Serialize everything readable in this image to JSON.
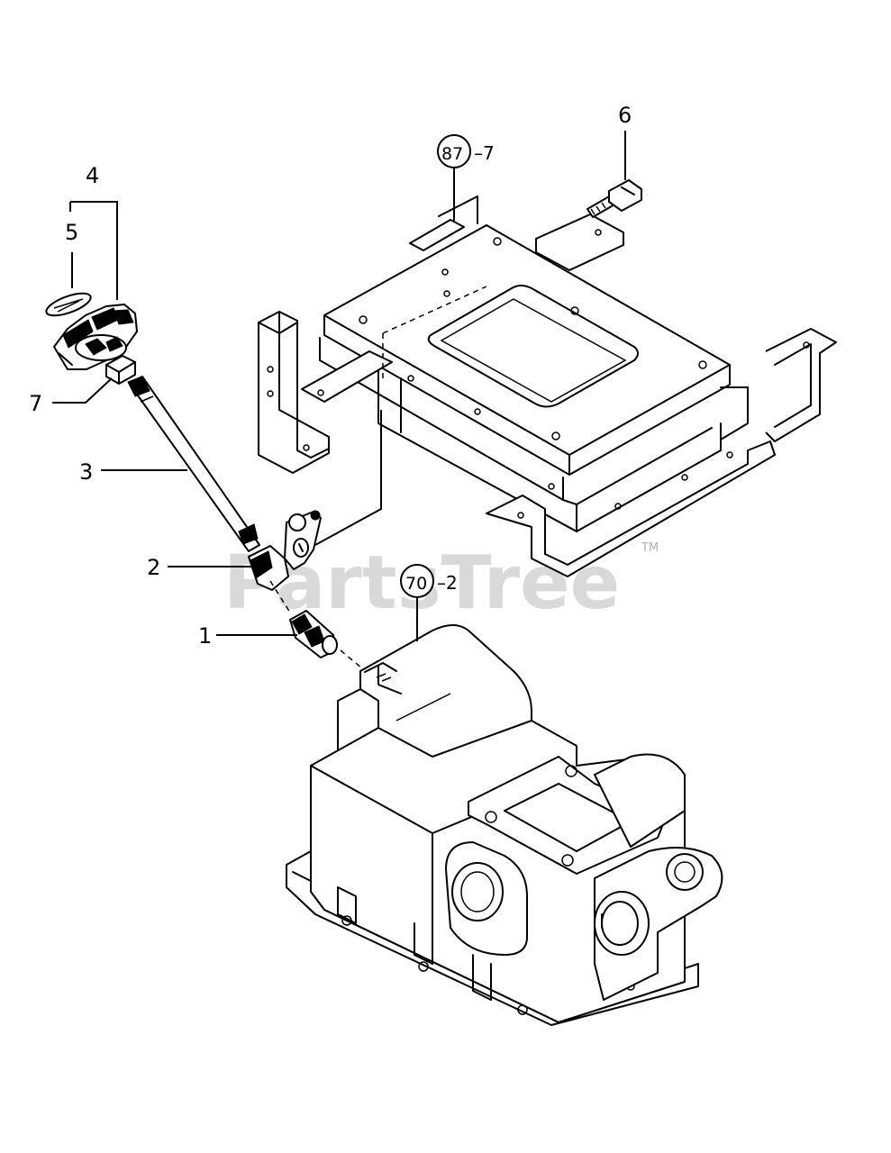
{
  "callouts": {
    "c1": "1",
    "c2": "2",
    "c3": "3",
    "c4": "4",
    "c5": "5",
    "c6": "6",
    "c7": "7"
  },
  "references": {
    "r87": {
      "circled": "87",
      "suffix": "–7"
    },
    "r70": {
      "circled": "70",
      "suffix": "–2"
    }
  },
  "watermark": {
    "text": "PartsTree",
    "tm": "TM"
  }
}
